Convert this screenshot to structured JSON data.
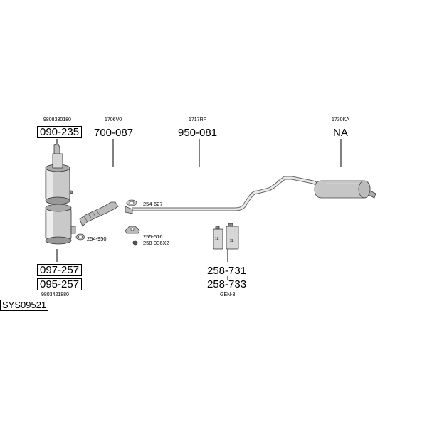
{
  "diagram_id": "SYS09521",
  "refs": {
    "r1_code": "9808330180",
    "r2_code": "1706V0",
    "r3_code": "1717RF",
    "r4_code": "1730KA",
    "r5_code": "9803421880"
  },
  "parts": {
    "p1": "090-235",
    "p2": "700-087",
    "p3": "950-081",
    "p4": "NA",
    "p5": "097-257",
    "p6": "095-257",
    "p7": "258-731",
    "p8": "258-733"
  },
  "hardware": {
    "h1": "254-627",
    "h2": "254-950",
    "h3": "255-516",
    "h4": "258-036X2"
  },
  "kit_note": "GEN-3",
  "bottle_labels": {
    "b1": "1L",
    "b2": "3L"
  }
}
